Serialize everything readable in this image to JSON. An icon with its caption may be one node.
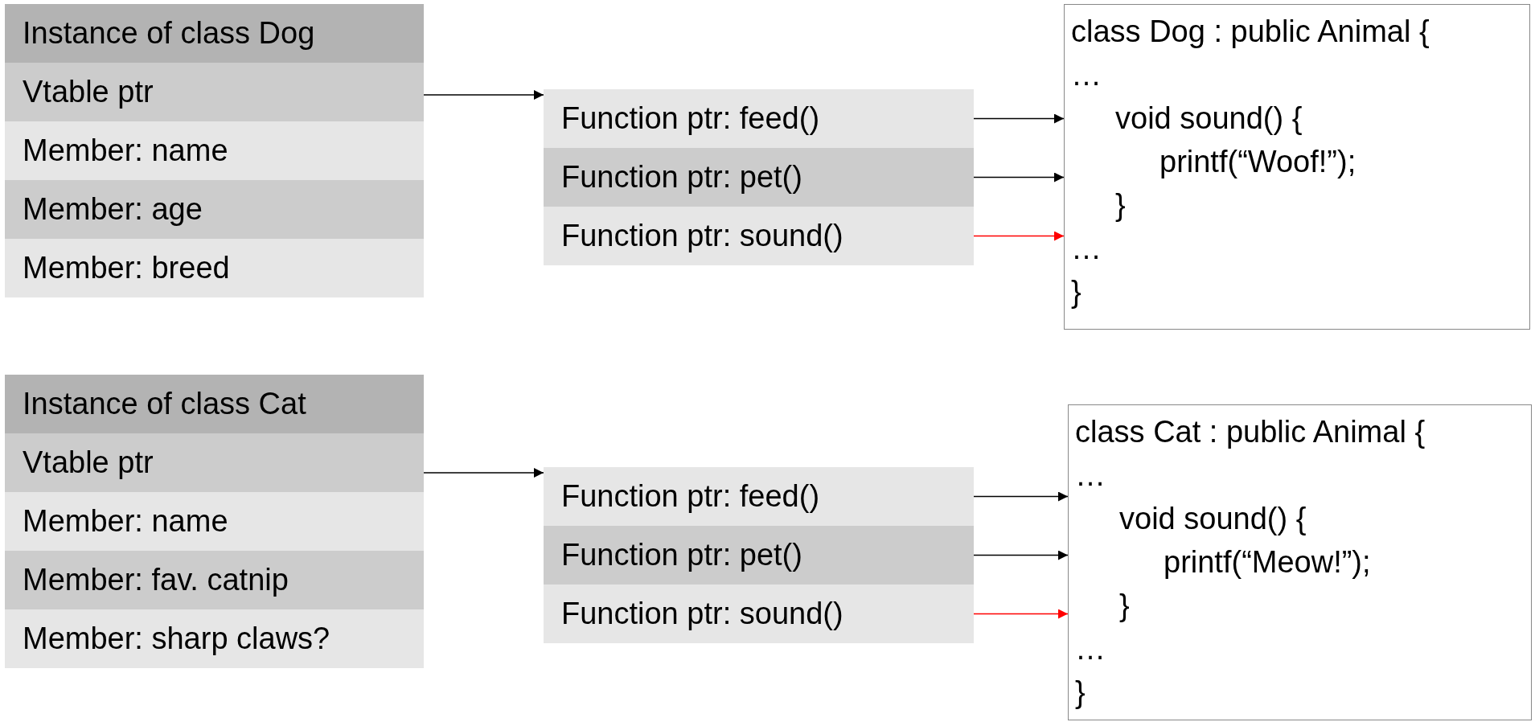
{
  "diagram": {
    "nodes": [
      {
        "text": [
          "Instance of class Dog"
        ]
      },
      {
        "text": [
          "Vtable ptr"
        ],
        "in": 0
      },
      {
        "text": [
          "Member: name"
        ],
        "in": 0
      },
      {
        "text": [
          "Member: age"
        ],
        "in": 0
      },
      {
        "text": [
          "Member: breed"
        ],
        "in": 0
      },
      {
        "text": [],
        "shape": "box"
      },
      {
        "text": [
          "Function ptr: feed()"
        ],
        "in": 5
      },
      {
        "text": [
          "Function ptr: pet()"
        ],
        "in": 5
      },
      {
        "text": [
          "Function ptr: sound()"
        ],
        "in": 5
      },
      {
        "text": [
          "class Dog : public Animal {",
          "…",
          "void sound() {",
          "printf(“Woof!”);",
          "}",
          "…",
          "}"
        ]
      },
      {
        "text": [
          "Instance of class Cat"
        ]
      },
      {
        "text": [
          "Vtable ptr"
        ],
        "in": 10
      },
      {
        "text": [
          "Member: name"
        ],
        "in": 10
      },
      {
        "text": [
          "Member: fav. catnip"
        ],
        "in": 10
      },
      {
        "text": [
          "Member: sharp claws?"
        ],
        "in": 10
      },
      {
        "text": [],
        "shape": "box"
      },
      {
        "text": [
          "Function ptr: feed()"
        ],
        "in": 15
      },
      {
        "text": [
          "Function ptr: pet()"
        ],
        "in": 15
      },
      {
        "text": [
          "Function ptr: sound()"
        ],
        "in": 15
      },
      {
        "text": [
          "class Cat : public Animal {",
          "…",
          "void sound() {",
          "printf(“Meow!”);",
          "}",
          "…",
          "}"
        ]
      }
    ],
    "edges": [
      {
        "from": 1,
        "to": 5,
        "arrow": "to"
      },
      {
        "from": 6,
        "to": 9,
        "arrow": "to"
      },
      {
        "from": 7,
        "to": 9,
        "arrow": "to"
      },
      {
        "from": 8,
        "to": 9,
        "arrow": "to",
        "color": "#ff0000"
      },
      {
        "from": 11,
        "to": 15,
        "arrow": "to"
      },
      {
        "from": 16,
        "to": 19,
        "arrow": "to"
      },
      {
        "from": 17,
        "to": 19,
        "arrow": "to"
      },
      {
        "from": 18,
        "to": 19,
        "arrow": "to",
        "color": "#ff0000"
      }
    ]
  }
}
